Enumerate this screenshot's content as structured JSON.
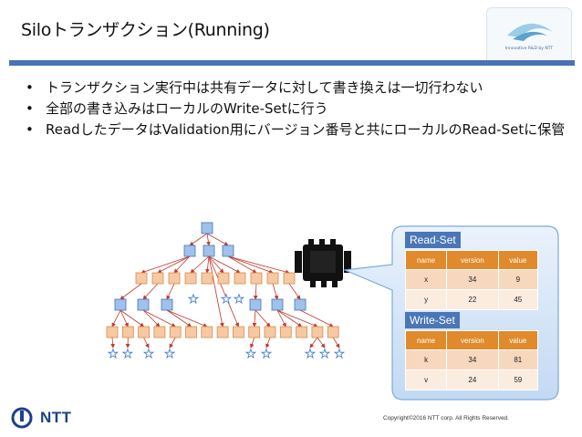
{
  "slide": {
    "title": "Siloトランザクション(Running)",
    "logo_caption": "Innovative R&D by NTT",
    "bullets": [
      "トランザクション実行中は共有データに対して書き換えは一切行わない",
      "全部の書き込みはローカルのWrite-Setに行う",
      "ReadしたデータはValidation用にバージョン番号と共にローカルのRead-Setに保管"
    ]
  },
  "read_set": {
    "label": "Read-Set",
    "headers": [
      "name",
      "version",
      "value"
    ],
    "rows": [
      [
        "x",
        "34",
        "9"
      ],
      [
        "y",
        "22",
        "45"
      ]
    ]
  },
  "write_set": {
    "label": "Write-Set",
    "headers": [
      "name",
      "version",
      "value"
    ],
    "rows": [
      [
        "k",
        "34",
        "81"
      ],
      [
        "v",
        "24",
        "59"
      ]
    ]
  },
  "footer": {
    "brand": "NTT",
    "copyright": "Copyright©2016 NTT corp. All Rights Reserved."
  },
  "colors": {
    "accent_blue": "#4a72b5",
    "table_header": "#e08a2b",
    "node_blue": "#9fc2ec",
    "node_orange": "#f6c9a3",
    "callout_fill": "#d6e6f8"
  }
}
